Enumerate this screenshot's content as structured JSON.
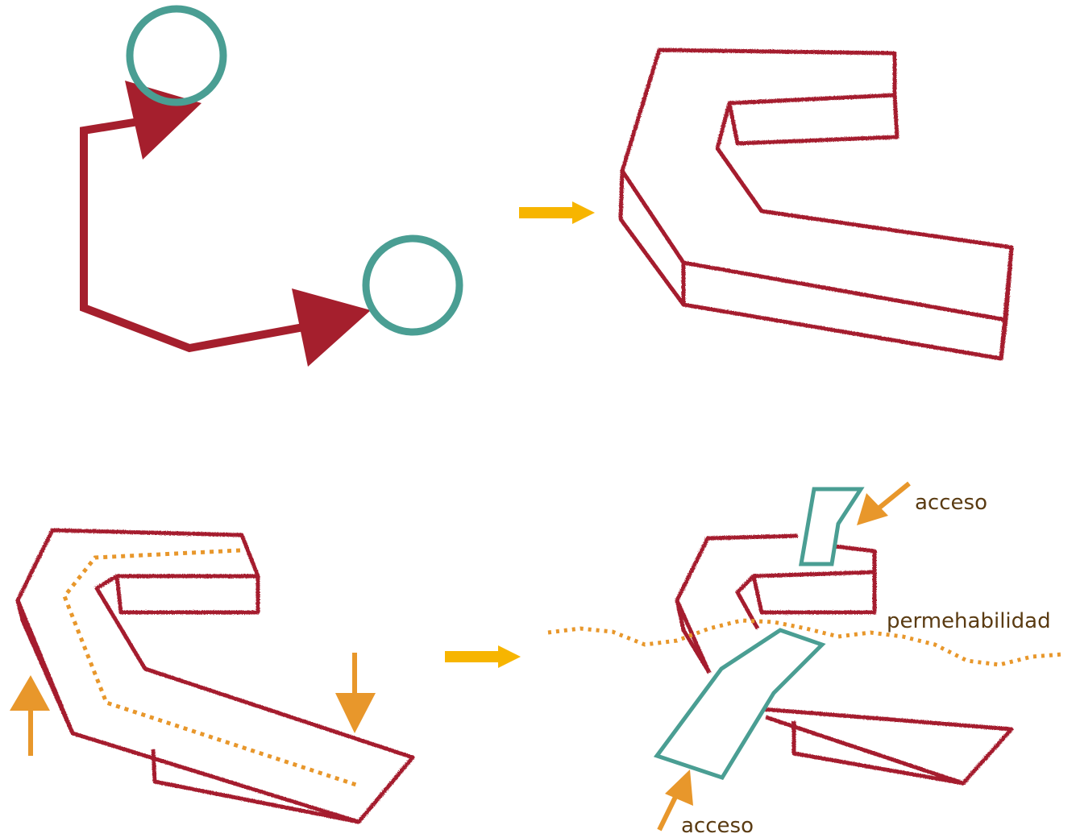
{
  "colors": {
    "building": "#a51f2d",
    "circle": "#4a9e93",
    "transition_arrow": "#f7b500",
    "access_arrow": "#e8972b",
    "path": "#e8972b",
    "label": "#5a3b12"
  },
  "labels": {
    "access_top": "acceso",
    "access_bottom": "acceso",
    "permeability": "permehabilidad"
  }
}
